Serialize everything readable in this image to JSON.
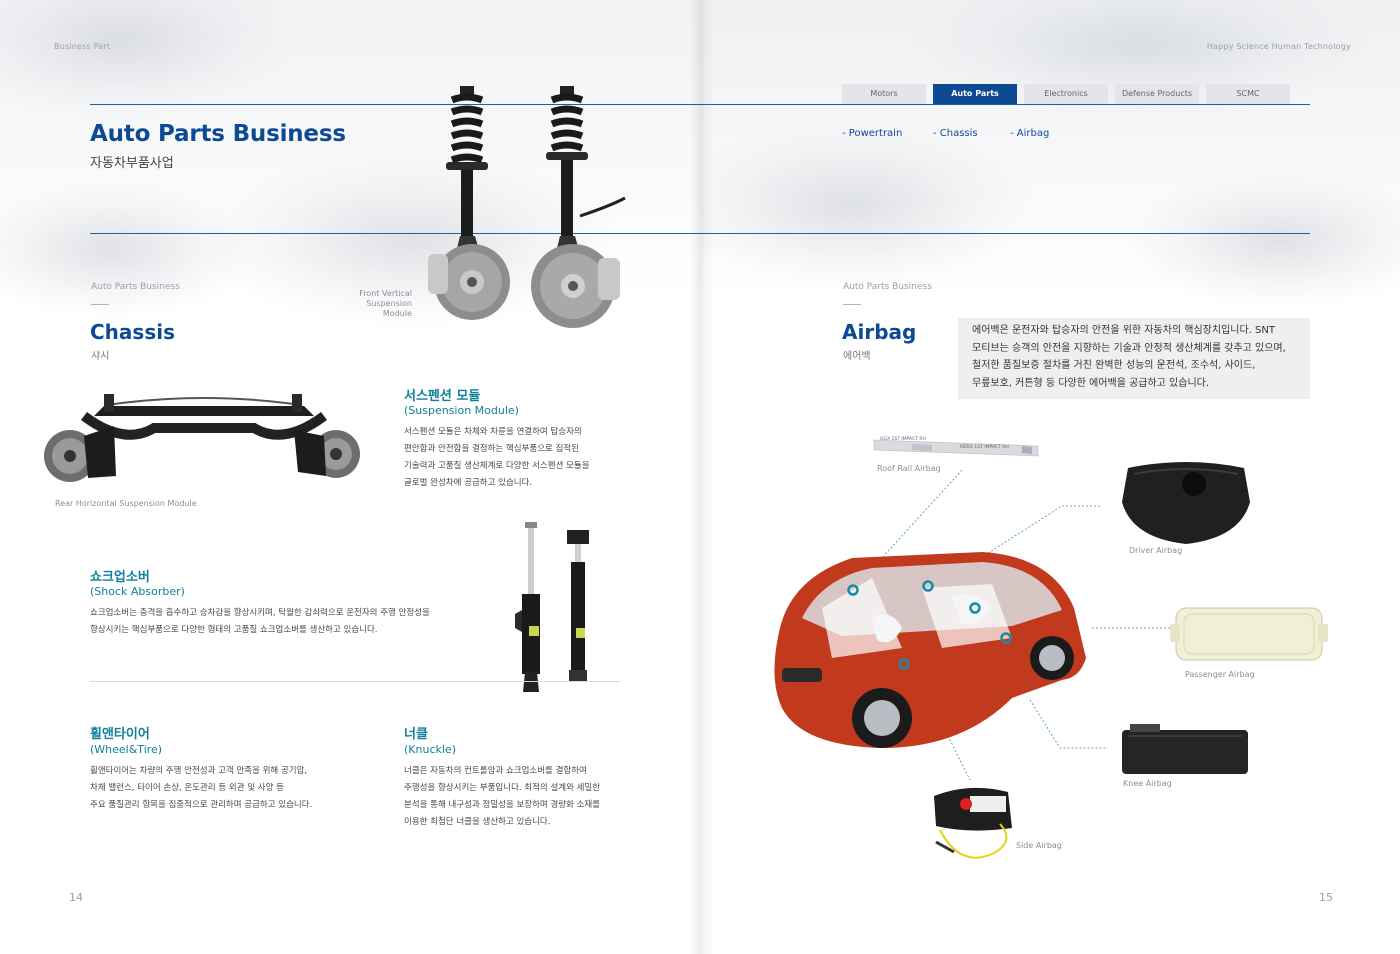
{
  "header": {
    "left_running": "Business Part",
    "right_running": "Happy Science Human Technology"
  },
  "nav": {
    "tabs": [
      "Motors",
      "Auto Parts",
      "Electronics",
      "Defense Products",
      "SCMC"
    ],
    "active_tab": "Auto Parts",
    "subnav": [
      "- Powertrain",
      "- Chassis",
      "- Airbag"
    ]
  },
  "main": {
    "title": "Auto Parts Business",
    "subtitle": "자동차부품사업"
  },
  "chassis": {
    "kicker": "Auto Parts Business",
    "title": "Chassis",
    "subtitle": "샤시",
    "front_caption_line1": "Front Vertical",
    "front_caption_line2": "Suspension Module",
    "rear_caption": "Rear Horizontal Suspension Module",
    "suspension": {
      "title_ko": "서스펜션 모듈",
      "title_en": "(Suspension Module)",
      "lines": [
        "서스펜션 모듈은 차체와 차륜을 연결하여 탑승자의",
        "편안함과 안전함을 결정하는 핵심부품으로 집적된",
        "기술력과 고품질 생산체계로 다양한 서스펜션 모듈을",
        "글로벌 완성차에 공급하고 있습니다."
      ]
    },
    "shock": {
      "title_ko": "쇼크업소버",
      "title_en": "(Shock Absorber)",
      "lines": [
        "쇼크업소버는 충격을 흡수하고 승차감을 향상시키며, 탁월한 감쇠력으로 운전자의 주행 안정성을",
        "향상시키는 핵심부품으로 다양한 형태의 고품질 쇼크업소버를 생산하고 있습니다."
      ]
    },
    "wheel": {
      "title_ko": "휠앤타이어",
      "title_en": "(Wheel&Tire)",
      "lines": [
        "휠앤타이어는 차량의 주행 안전성과 고객 만족을 위해 공기압,",
        "차체 밸런스, 타이어 손상, 온도관리 등 외관 및 사양 등",
        "주요 품질관리 항목을 집중적으로 관리하며 공급하고 있습니다."
      ]
    },
    "knuckle": {
      "title_ko": "너클",
      "title_en": "(Knuckle)",
      "lines": [
        "너클은 자동차의 컨트롤암과 쇼크업소버를 결합하여",
        "주행성을 향상시키는 부품입니다. 최적의 설계와 세밀한",
        "분석을 통해 내구성과 정밀성을 보장하며 경량화 소재를",
        "이용한 최첨단 너클을 생산하고 있습니다."
      ]
    }
  },
  "airbag": {
    "kicker": "Auto Parts Business",
    "title": "Airbag",
    "subtitle": "에어백",
    "desc_lines": [
      "에어백은 운전자와 탑승자의 안전을 위한 자동차의 핵심장치입니다. SNT",
      "모티브는 승객의 안전을 지향하는 기술과 안정적 생산체계를 갖추고 있으며,",
      "철저한 품질보증 절차를 거친 완벽한 성능의 운전석, 조수석, 사이드,",
      "무릎보호, 커튼형 등 다양한 에어백을 공급하고 있습니다."
    ],
    "labels": {
      "roof_rail": "Roof Rail Airbag",
      "driver": "Driver Airbag",
      "passenger": "Passenger Airbag",
      "knee": "Knee Airbag",
      "side": "Side Airbag"
    },
    "roof_rail_print": "GGX 1ST IMPACT RH",
    "roof_rail_print2": "MZKX 1ST IMPACT RH"
  },
  "pages": {
    "left": "14",
    "right": "15"
  },
  "colors": {
    "brand_blue": "#0c4a94",
    "teal": "#11809a",
    "car_red": "#c23a1e",
    "marker_teal": "#1a8aa6"
  }
}
